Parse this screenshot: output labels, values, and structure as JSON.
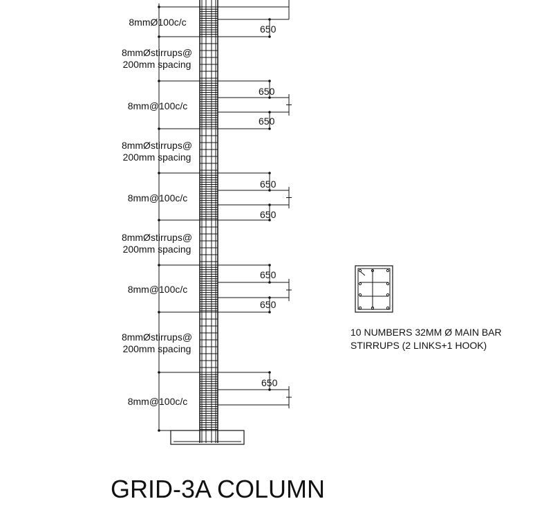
{
  "zones": [
    {
      "type": "dense",
      "label": "8mmØ100c/c",
      "dims": [
        "650"
      ]
    },
    {
      "type": "sparse",
      "label": "8mmØstirrups@\n200mm spacing"
    },
    {
      "type": "dense",
      "label": "8mm@100c/c",
      "dims": [
        "650",
        "650"
      ]
    },
    {
      "type": "sparse",
      "label": "8mmØstirrups@\n200mm spacing"
    },
    {
      "type": "dense",
      "label": "8mm@100c/c",
      "dims": [
        "650",
        "650"
      ]
    },
    {
      "type": "sparse",
      "label": "8mmØstirrups@\n200mm spacing"
    },
    {
      "type": "dense",
      "label": "8mm@100c/c",
      "dims": [
        "650",
        "650"
      ]
    },
    {
      "type": "sparse",
      "label": "8mmØstirrups@\n200mm spacing"
    },
    {
      "type": "dense",
      "label": "8mm@100c/c",
      "dims": [
        "650"
      ]
    }
  ],
  "section": {
    "line1": "10 NUMBERS 32MM Ø MAIN BAR",
    "line2": "STIRRUPS (2 LINKS+1 HOOK)"
  },
  "title": "GRID-3A COLUMN"
}
